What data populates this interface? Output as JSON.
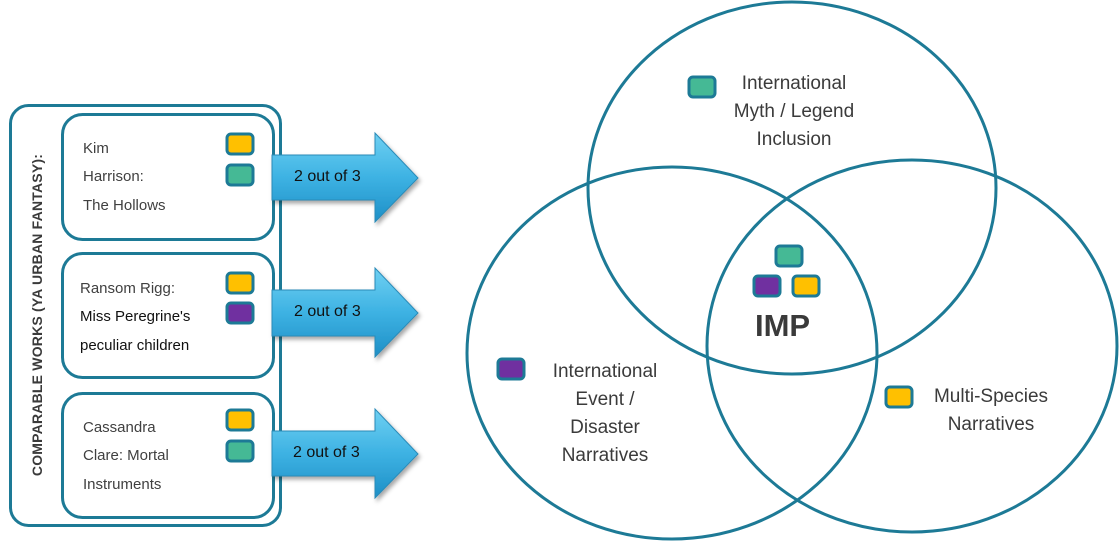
{
  "colors": {
    "outline": "#1D7A96",
    "myth": "#45B995",
    "event": "#7030A0",
    "species": "#FFC000",
    "arrow_light": "#5CC8EE",
    "arrow_dark": "#1E8FC6"
  },
  "comparable_works": {
    "title": "COMPARABLE WORKS (YA URBAN FANTASY):",
    "books": [
      {
        "lines": [
          "Kim",
          "Harrison:",
          "The Hollows"
        ],
        "markers": [
          "species",
          "myth"
        ],
        "match": "2 out of 3"
      },
      {
        "lines": [
          "Ransom Rigg:",
          "Miss Peregrine's",
          "peculiar children"
        ],
        "markers": [
          "species",
          "event"
        ],
        "match": "2 out of 3"
      },
      {
        "lines": [
          "Cassandra",
          "Clare: Mortal",
          "Instruments"
        ],
        "markers": [
          "species",
          "myth"
        ],
        "match": "2 out of 3"
      }
    ]
  },
  "venn": {
    "sets": [
      {
        "key": "myth",
        "lines": [
          "International",
          "Myth / Legend",
          "Inclusion"
        ]
      },
      {
        "key": "event",
        "lines": [
          "International",
          "Event /",
          "Disaster",
          "Narratives"
        ]
      },
      {
        "key": "species",
        "lines": [
          "Multi-Species",
          "Narratives"
        ]
      }
    ],
    "intersection": {
      "label": "IMP",
      "markers": [
        "myth",
        "event",
        "species"
      ]
    }
  }
}
